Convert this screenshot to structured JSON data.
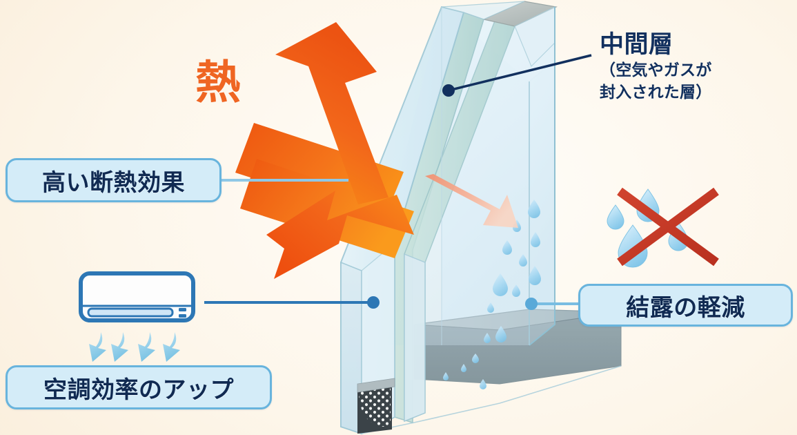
{
  "diagram": {
    "subject": "複層ガラス（ペアガラス）の断面図",
    "background_color": "#fdf6ea"
  },
  "heat": {
    "kanji": "熱",
    "color": "#ef6522"
  },
  "labels": {
    "insulation": {
      "text": "高い断熱効果"
    },
    "aircon": {
      "text": "空調効率のアップ"
    },
    "condensation": {
      "text": "結露の軽減"
    },
    "interlayer": {
      "title": "中間層",
      "subtitle_line1": "（空気やガスが",
      "subtitle_line2": "封入された層）"
    }
  },
  "colors": {
    "pill_fill": "#d4ecf8",
    "pill_border": "#68b4dd",
    "pill_text": "#102a52",
    "arrow_orange_dark": "#ef5a10",
    "arrow_orange_light": "#f98b16",
    "arrow_faded": "#f6a98a",
    "glass_tint": "#dff0f6",
    "glass_edge": "#9cc5d3",
    "spacer_gray": "#8b9aa0",
    "leader_navy": "#12305e",
    "leader_blue": "#2f7fc0",
    "droplet_blue": "#9fd2ee",
    "x_mark_red": "#c8372b",
    "aircon_blue": "#2d77b5"
  },
  "elements": {
    "glass_unit": "double-glazed glass panel, isometric cutaway",
    "panes": 2,
    "spacer_bar": "desiccant-filled spacer at bottom",
    "droplets_inside": 14,
    "droplets_crossed": 4,
    "aircon_airflow_arrows": 4
  },
  "arrows": {
    "incoming_upper": "heat ray striking outer pane",
    "incoming_lower": "heat ray striking outer pane",
    "reflected_up": "heat reflected upward and outward",
    "reflected_down": "heat reflected downward and outward",
    "transmitted": "weakened heat passing through into interior"
  }
}
